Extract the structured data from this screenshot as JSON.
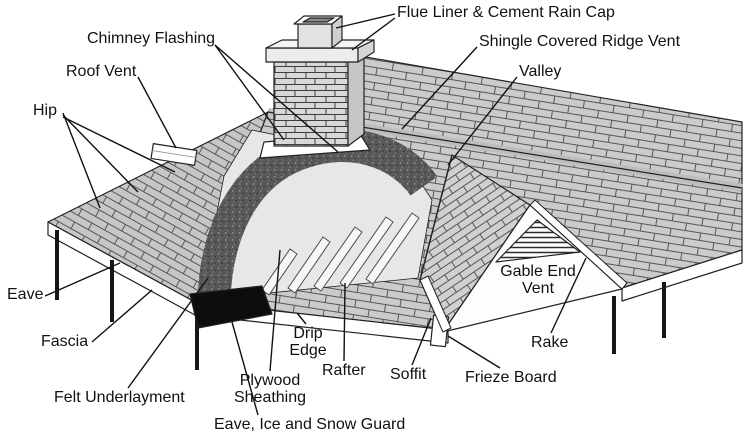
{
  "colors": {
    "outline": "#1c1c1c",
    "shingle": "#cbcbcb",
    "felt": "#585858",
    "ice_guard": "#0d0d0d",
    "background": "#ffffff"
  },
  "labels": {
    "flue_liner": "Flue Liner & Cement Rain Cap",
    "chimney_flashing": "Chimney Flashing",
    "roof_vent": "Roof Vent",
    "hip": "Hip",
    "ridge_vent": "Shingle Covered Ridge Vent",
    "valley": "Valley",
    "gable_end_vent": [
      "Gable End",
      "Vent"
    ],
    "eave": "Eave",
    "fascia": "Fascia",
    "drip_edge": [
      "Drip",
      "Edge"
    ],
    "rafter": "Rafter",
    "soffit": "Soffit",
    "rake": "Rake",
    "frieze_board": "Frieze Board",
    "felt_underlayment": "Felt Underlayment",
    "plywood_sheathing": [
      "Plywood",
      "Sheathing"
    ],
    "eave_ice_snow_guard": "Eave, Ice and Snow Guard"
  }
}
